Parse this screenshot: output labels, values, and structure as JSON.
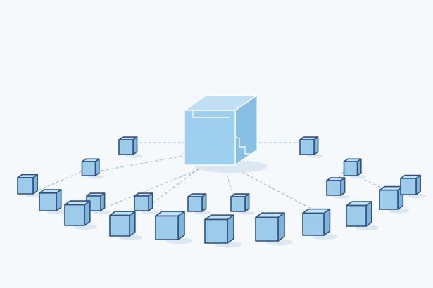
{
  "diagram": {
    "type": "hub-and-spoke network",
    "hub": {
      "icon": "large-cube-icon"
    },
    "nodes": [
      {
        "id": "node-1",
        "icon": "cube-icon"
      },
      {
        "id": "node-2",
        "icon": "cube-icon"
      },
      {
        "id": "node-3",
        "icon": "cube-icon"
      },
      {
        "id": "node-4",
        "icon": "cube-icon"
      },
      {
        "id": "node-5",
        "icon": "cube-icon"
      },
      {
        "id": "node-6",
        "icon": "cube-icon"
      },
      {
        "id": "node-7",
        "icon": "cube-icon"
      },
      {
        "id": "node-8",
        "icon": "cube-icon"
      },
      {
        "id": "node-9",
        "icon": "cube-icon"
      },
      {
        "id": "node-10",
        "icon": "cube-icon"
      },
      {
        "id": "node-11",
        "icon": "cube-icon"
      },
      {
        "id": "node-12",
        "icon": "cube-icon"
      },
      {
        "id": "node-13",
        "icon": "cube-icon"
      },
      {
        "id": "node-14",
        "icon": "cube-icon"
      },
      {
        "id": "node-15",
        "icon": "cube-icon"
      },
      {
        "id": "node-16",
        "icon": "cube-icon"
      },
      {
        "id": "node-17",
        "icon": "cube-icon"
      },
      {
        "id": "node-18",
        "icon": "cube-icon"
      },
      {
        "id": "node-19",
        "icon": "cube-icon"
      },
      {
        "id": "node-20",
        "icon": "cube-icon"
      },
      {
        "id": "node-21",
        "icon": "cube-icon"
      },
      {
        "id": "node-22",
        "icon": "cube-icon"
      }
    ],
    "connector_style": "dashed",
    "colors": {
      "background": "#f6f9fb",
      "cube_top": "#c3e2f5",
      "cube_left": "#9dcbea",
      "cube_right": "#7fb4dc",
      "cube_edge": "#2f4f7f",
      "hub_top": "#bfe0f4",
      "hub_left": "#9fcfee",
      "hub_right": "#88bfe4",
      "hub_edge": "#ffffff",
      "connector": "#8db8d8",
      "shadow": "#dbe8f1"
    }
  }
}
